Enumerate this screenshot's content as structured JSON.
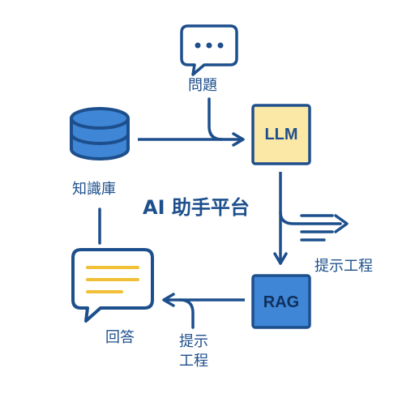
{
  "nodes": {
    "question": {
      "label": "問題"
    },
    "knowledge_base": {
      "label": "知識庫"
    },
    "llm": {
      "label": "LLM"
    },
    "rag": {
      "label": "RAG"
    },
    "answer": {
      "label": "回答"
    }
  },
  "center_title": "AI 助手平台",
  "edge_labels": {
    "prompt_engineering_right": "提示工程",
    "prompt_engineering_bottom_line1": "提示",
    "prompt_engineering_bottom_line2": "工程"
  },
  "colors": {
    "stroke": "#1d4f8c",
    "llm_fill": "#fbe7a6",
    "rag_fill": "#3f86d6",
    "db_fill": "#3f86d6",
    "answer_lines": "#f2c037"
  },
  "icons": {
    "question": "speech-bubble-dots-icon",
    "knowledge_base": "database-cylinder-icon",
    "answer": "document-speech-bubble-icon",
    "prompt_flow": "fast-forward-lines-icon"
  }
}
